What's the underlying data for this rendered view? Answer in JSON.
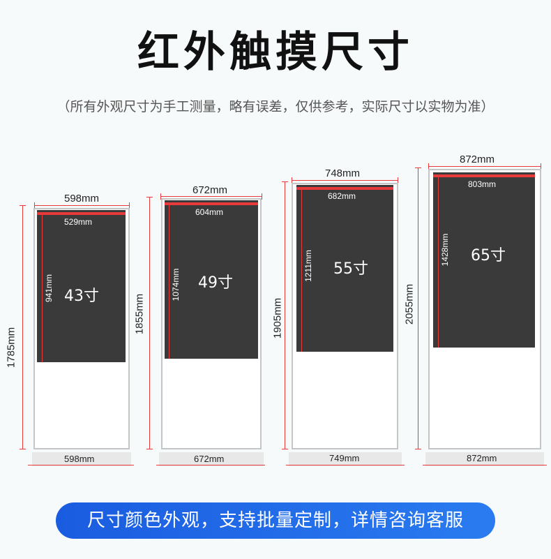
{
  "title": "红外触摸尺寸",
  "subtitle": "（所有外观尺寸为手工测量，略有误差，仅供参考，实际尺寸以实物为准）",
  "kiosks": [
    {
      "size": "43寸",
      "width": "598mm",
      "height": "1785mm",
      "screen_width": "529mm",
      "screen_height": "941mm",
      "base_width": "598mm"
    },
    {
      "size": "49寸",
      "width": "672mm",
      "height": "1855mm",
      "screen_width": "604mm",
      "screen_height": "1074mm",
      "base_width": "672mm"
    },
    {
      "size": "55寸",
      "width": "748mm",
      "height": "1905mm",
      "screen_width": "682mm",
      "screen_height": "1211mm",
      "base_width": "749mm"
    },
    {
      "size": "65寸",
      "width": "872mm",
      "height": "2055mm",
      "screen_width": "803mm",
      "screen_height": "1428mm",
      "base_width": "872mm"
    }
  ],
  "banner": "尺寸颜色外观，支持批量定制，详情咨询客服",
  "colors": {
    "accent": "#2a6ee8",
    "dimension_line": "#e83a3a",
    "screen": "#3a3a3a"
  }
}
